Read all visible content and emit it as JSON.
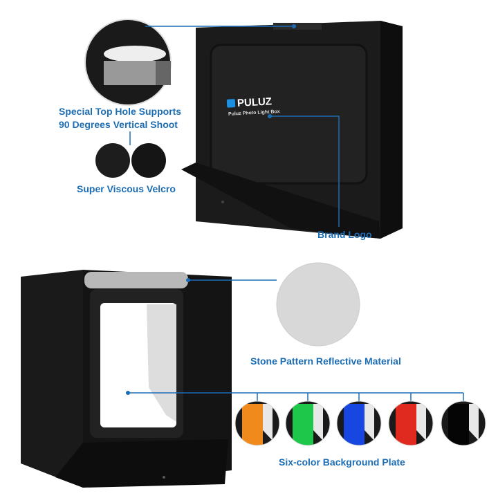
{
  "labels": {
    "top_hole_line1": "Special Top Hole Supports",
    "top_hole_line2": "90 Degrees Vertical Shoot",
    "velcro": "Super Viscous Velcro",
    "brand_logo": "Brand Logo",
    "reflective": "Stone Pattern Reflective Material",
    "background_plate": "Six-color Background Plate"
  },
  "product": {
    "logo_text": "PULUZ",
    "logo_subtext": "Puluz Photo Light Box"
  },
  "background_colors": [
    "#f08a1c",
    "#1ec64a",
    "#1747e0",
    "#e02a20",
    "#050505"
  ],
  "colors": {
    "accent": "#1c6db3",
    "box": "#1a1a1a"
  }
}
